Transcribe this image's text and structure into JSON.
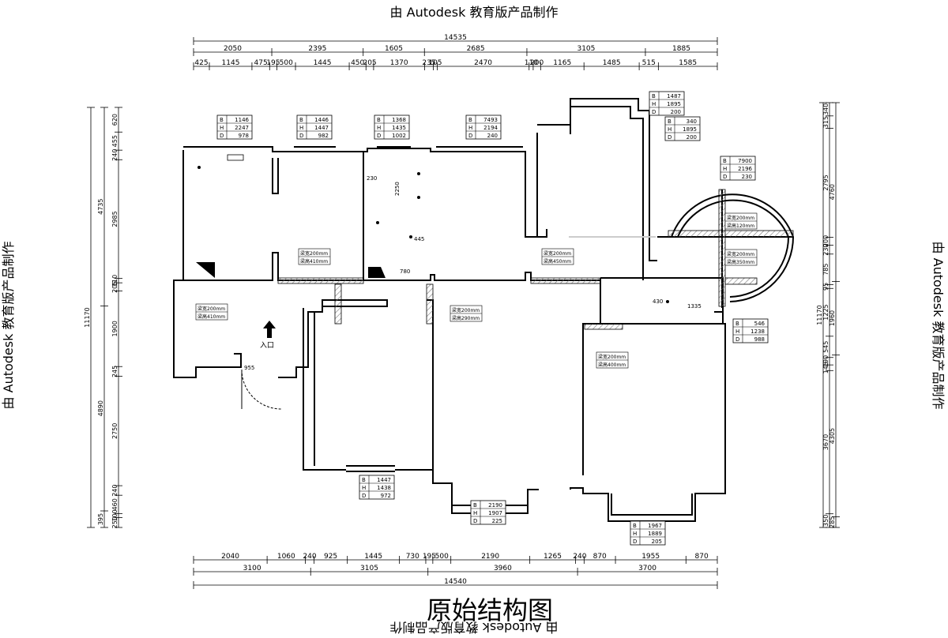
{
  "watermark": "由 Autodesk 教育版产品制作",
  "title": "原始结构图",
  "entrance_label": "入口",
  "dims_top": {
    "total": "14535",
    "row2": [
      "2050",
      "2395",
      "1605",
      "2685",
      "3105",
      "1885"
    ],
    "row3": [
      "425",
      "1145",
      "475",
      "195",
      "500",
      "1445",
      "450",
      "205",
      "1370",
      "235",
      "105",
      "2470",
      "110",
      "200",
      "1165",
      "1485",
      "515",
      "1585"
    ]
  },
  "dims_bottom": {
    "total": "14540",
    "row1": [
      "2040",
      "1060",
      "240",
      "925",
      "1445",
      "730",
      "195",
      "500",
      "2190",
      "1265",
      "240",
      "870",
      "1955",
      "870"
    ],
    "row2": [
      "3100",
      "3105",
      "3960",
      "3700"
    ]
  },
  "dims_left": {
    "total": "11170",
    "row1": [
      "4735",
      "4890",
      "395"
    ],
    "row2": [
      "620",
      "455",
      "240",
      "2985",
      "110",
      "205",
      "1900",
      "245",
      "2750",
      "240",
      "460",
      "100",
      "250"
    ]
  },
  "dims_right": {
    "total": "11170",
    "row1": [
      "4760",
      "1960",
      "4305",
      "285"
    ],
    "row2": [
      "340",
      "315",
      "2795",
      "200",
      "230",
      "785",
      "95",
      "1225",
      "545",
      "190",
      "145",
      "3670",
      "350"
    ]
  },
  "windows": [
    {
      "B": "1146",
      "H": "2247",
      "D": "978"
    },
    {
      "B": "1446",
      "H": "1447",
      "D": "982"
    },
    {
      "B": "1368",
      "H": "1435",
      "D": "1002"
    },
    {
      "B": "7493",
      "H": "2194",
      "D": "240"
    },
    {
      "B": "1487",
      "H": "1895",
      "D": "200"
    },
    {
      "B": "340",
      "H": "1895",
      "D": "200"
    },
    {
      "B": "7900",
      "H": "2196",
      "D": "230"
    },
    {
      "B": "546",
      "H": "1238",
      "D": "988"
    },
    {
      "B": "1447",
      "H": "1438",
      "D": "972"
    },
    {
      "B": "2190",
      "H": "1907",
      "D": "225"
    },
    {
      "B": "1967",
      "H": "1889",
      "D": "205"
    }
  ],
  "beams": [
    [
      "梁宽200mm",
      "梁高410mm"
    ],
    [
      "梁宽200mm",
      "梁高410mm"
    ],
    [
      "梁宽200mm",
      "梁高290mm"
    ],
    [
      "梁宽200mm",
      "梁高450mm"
    ],
    [
      "梁宽200mm",
      "梁高400mm"
    ],
    [
      "梁宽200mm",
      "梁高120mm"
    ],
    [
      "梁宽200mm",
      "梁高350mm"
    ]
  ],
  "misc_dims": [
    "2250",
    "445",
    "230",
    "780",
    "955",
    "430",
    "1335"
  ]
}
